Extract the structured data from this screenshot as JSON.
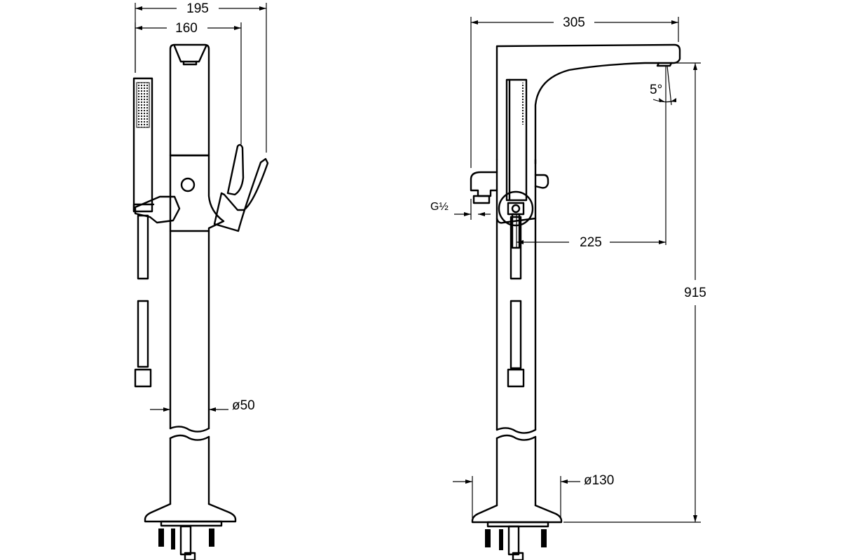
{
  "dimensions": {
    "front_overall_width": "195",
    "front_inner_width": "160",
    "pipe_diameter": "ø50",
    "side_spout_reach": "305",
    "side_outlet_distance": "225",
    "side_height": "915",
    "spout_angle": "5°",
    "inlet_thread": "G½",
    "base_diameter": "ø130"
  }
}
